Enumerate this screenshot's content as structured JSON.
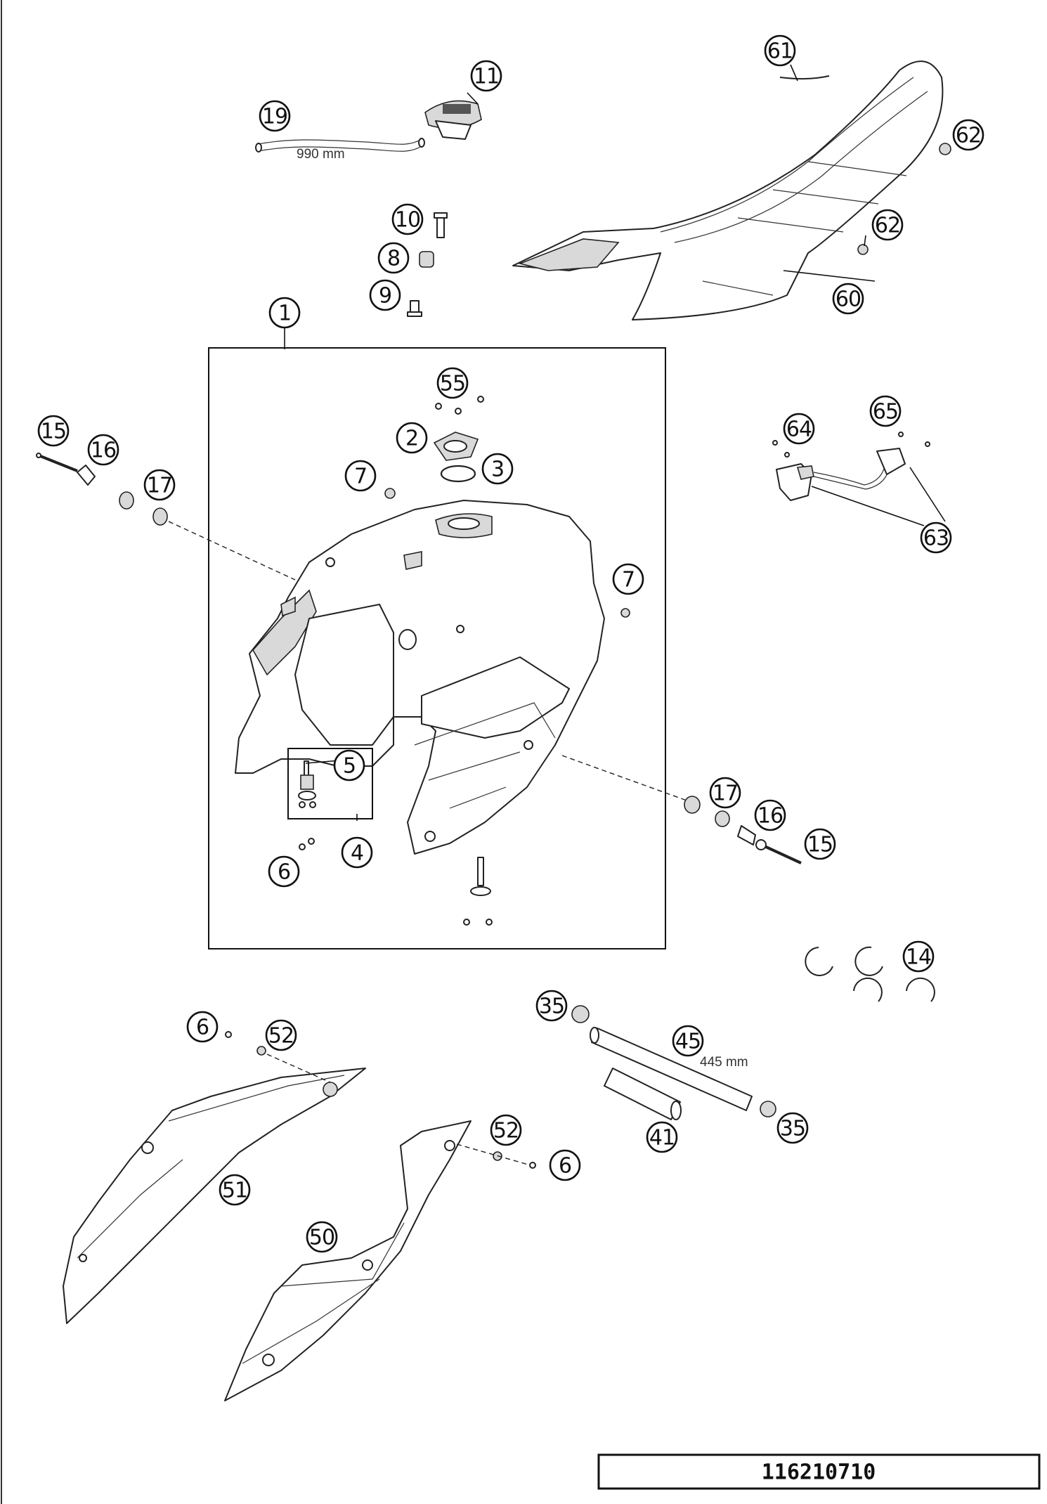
{
  "callouts": [
    "1",
    "2",
    "3",
    "4",
    "5",
    "6",
    "7",
    "8",
    "9",
    "10",
    "11",
    "14",
    "15",
    "16",
    "17",
    "19",
    "35",
    "41",
    "45",
    "50",
    "51",
    "52",
    "55",
    "60",
    "61",
    "62",
    "63",
    "64",
    "65"
  ],
  "dimensions": {
    "hose_19": "990 mm",
    "hose_45": "445 mm"
  },
  "reference_number": "116210710"
}
